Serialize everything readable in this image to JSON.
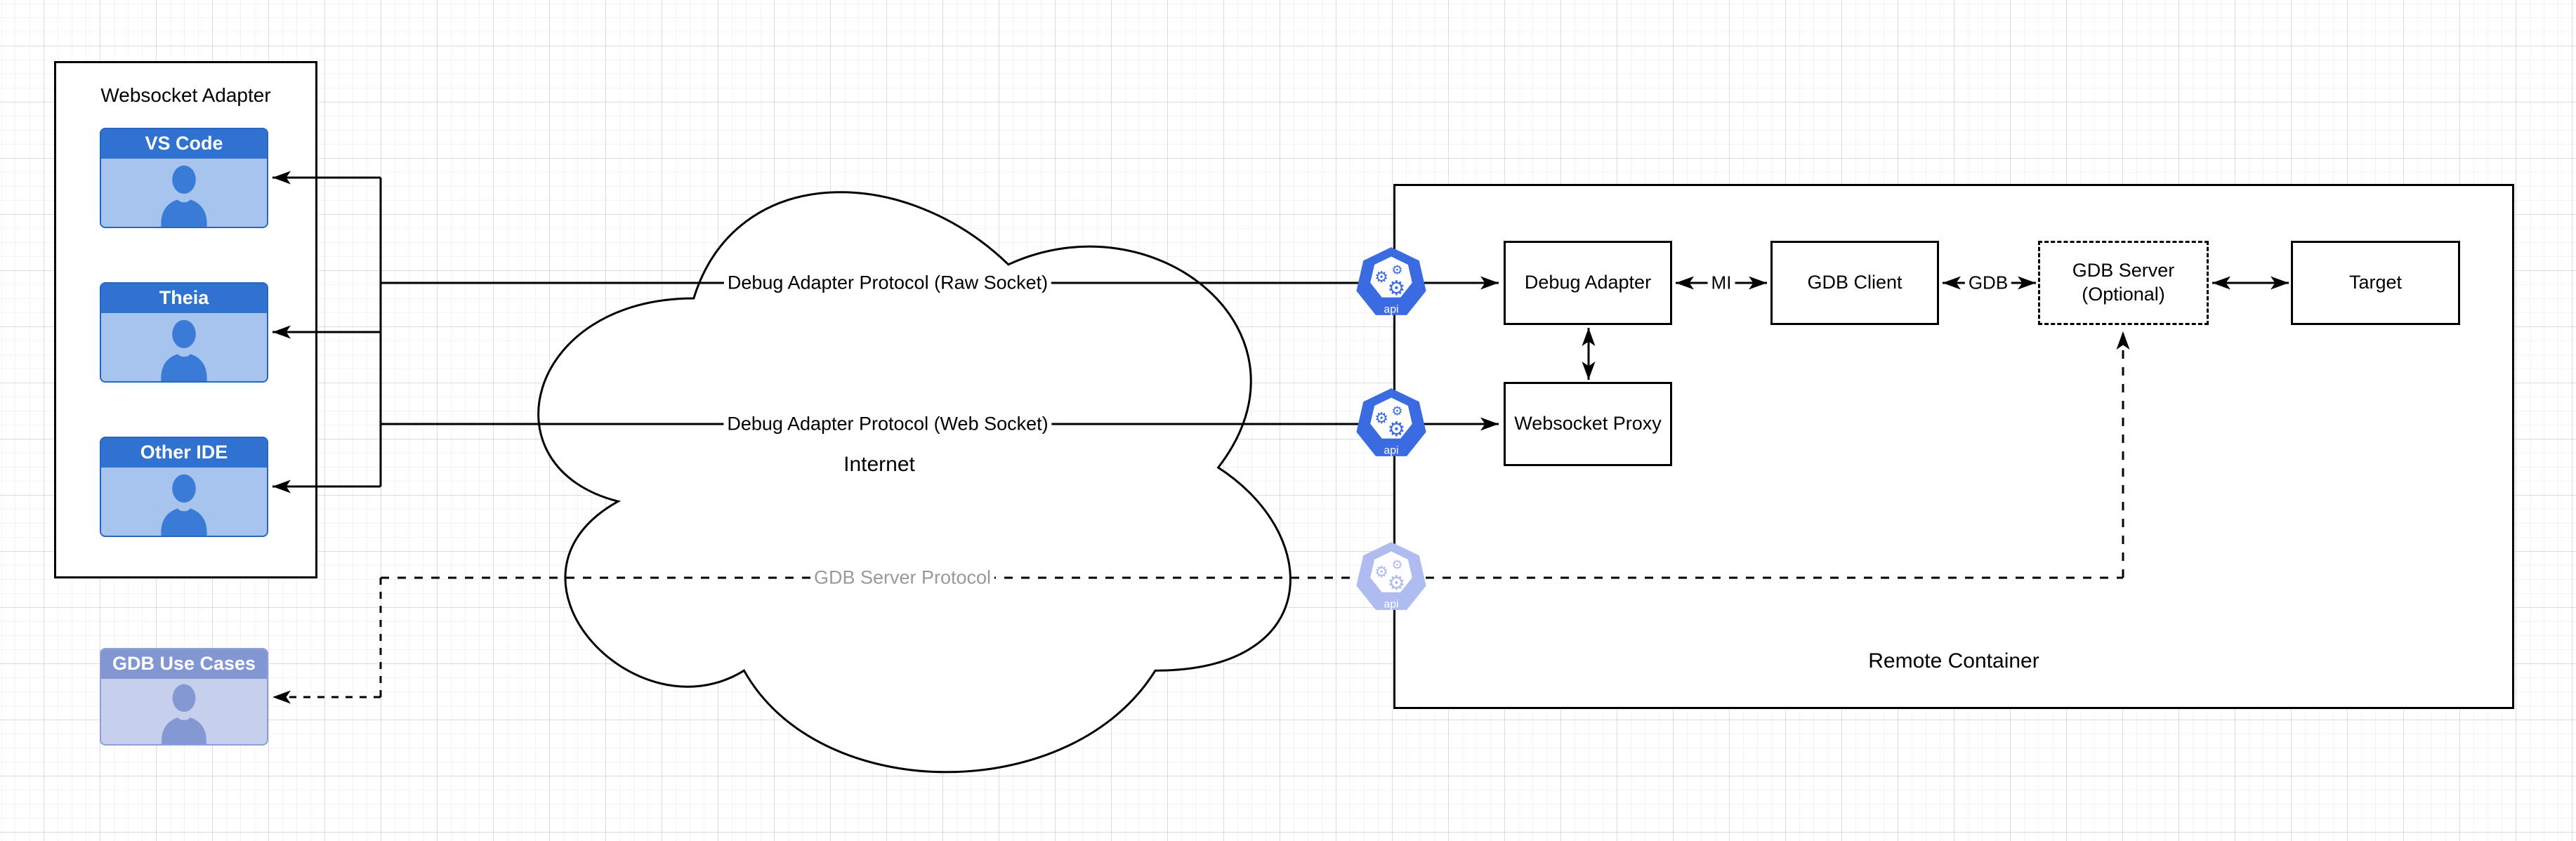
{
  "panel": {
    "title": "Websocket Adapter",
    "clients": [
      {
        "label": "VS Code"
      },
      {
        "label": "Theia"
      },
      {
        "label": "Other IDE"
      }
    ]
  },
  "use_cases": {
    "label": "GDB Use Cases"
  },
  "cloud": {
    "label": "Internet"
  },
  "protocols": {
    "raw": {
      "label": "Debug Adapter Protocol (Raw Socket)"
    },
    "web": {
      "label": "Debug Adapter Protocol (Web Socket)"
    },
    "gdb": {
      "label": "GDB Server Protocol"
    }
  },
  "api_icon": {
    "label": "api"
  },
  "remote": {
    "title": "Remote Container",
    "debug_adapter": {
      "label": "Debug Adapter"
    },
    "gdb_client": {
      "label": "GDB Client"
    },
    "gdb_server": {
      "label_line1": "GDB Server",
      "label_line2": "(Optional)"
    },
    "target": {
      "label": "Target"
    },
    "websocket_proxy": {
      "label": "Websocket Proxy"
    },
    "edge_mi": {
      "label": "MI"
    },
    "edge_gdb": {
      "label": "GDB"
    }
  },
  "colors": {
    "card_header": "#2F72D0",
    "card_body": "#A6C4EE",
    "card_border": "#2A66C0",
    "person": "#3A7BD8",
    "faded_header": "#8296D2",
    "faded_body": "#C6D0EC",
    "faded_border": "#8FA0D8",
    "faded_person": "#8499D4",
    "api_blue": "#3B6BE0",
    "api_faded": "#AEBCEF",
    "label_gray": "#999999",
    "line": "#000000",
    "grid_minor": "#F3F3F3",
    "grid_major": "#DCDCDC"
  }
}
